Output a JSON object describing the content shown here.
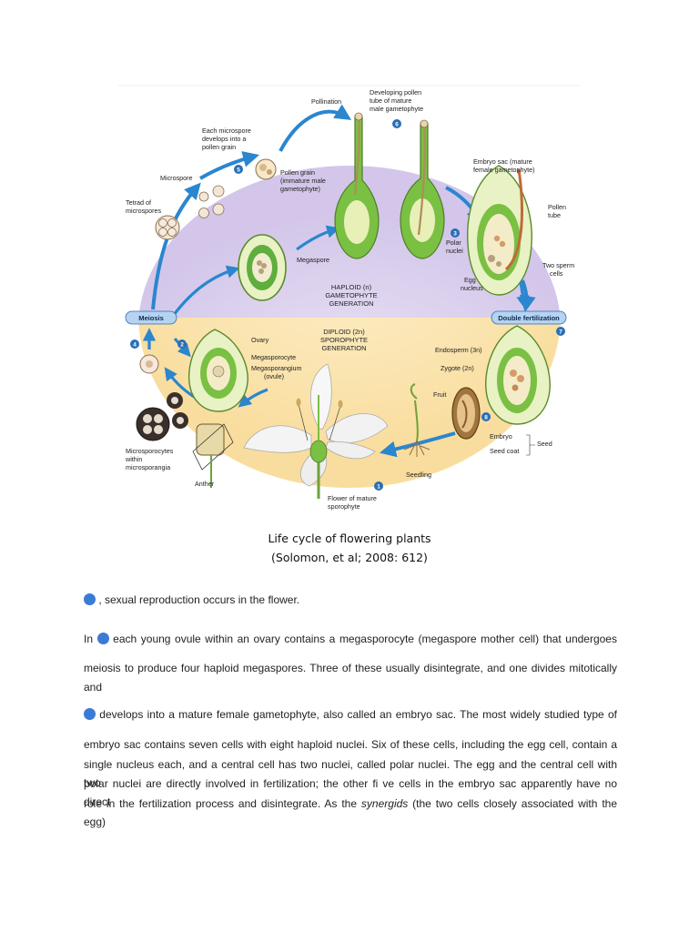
{
  "figure": {
    "labels": {
      "pollination": "Pollination",
      "developing_tube": [
        "Developing pollen",
        "tube of mature",
        "male gametophyte"
      ],
      "each_microspore": [
        "Each microspore",
        "develops into a",
        "pollen grain"
      ],
      "microspore": "Microspore",
      "pollen_grain": [
        "Pollen grain",
        "(immature male",
        "gametophyte)"
      ],
      "tetrad": [
        "Tetrad of",
        "microspores"
      ],
      "megaspore": "Megaspore",
      "embryo_sac": [
        "Embryo sac (mature",
        "female gametophyte)"
      ],
      "pollen_tube": [
        "Pollen",
        "tube"
      ],
      "polar_nuclei": [
        "Polar",
        "nuclei"
      ],
      "two_sperm": [
        "Two sperm",
        "cells"
      ],
      "egg_nucleus": [
        "Egg",
        "nucleus"
      ],
      "haploid": [
        "HAPLOID (n)",
        "GAMETOPHYTE",
        "GENERATION"
      ],
      "meiosis": "Meiosis",
      "double_fertilization": "Double fertilization",
      "diploid": [
        "DIPLOID (2n)",
        "SPOROPHYTE",
        "GENERATION"
      ],
      "ovary": "Ovary",
      "megasporocyte": "Megasporocyte",
      "megasporangium": [
        "Megasporangium",
        "(ovule)"
      ],
      "endosperm": "Endosperm (3n)",
      "zygote": "Zygote (2n)",
      "fruit": "Fruit",
      "embryo": "Embryo",
      "seed": "Seed",
      "seed_coat": "Seed coat",
      "microsporocytes": [
        "Microsporocytes",
        "within",
        "microsporangia"
      ],
      "anther": "Anther",
      "seedling": "Seedling",
      "flower": [
        "Flower of mature",
        "sporophyte"
      ]
    },
    "steps": [
      "1",
      "2",
      "3",
      "4",
      "5",
      "6",
      "7",
      "8"
    ],
    "colors": {
      "haploid_bg": "#ddd3ee",
      "diploid_bg": "#fbe6b3",
      "arrow": "#2a86cf",
      "pill": "#b6d3f0",
      "step": "#2a6fb5"
    }
  },
  "caption": {
    "line1": "Life cycle of flowering plants",
    "line2": "(Solomon, et al; 2008: 612)"
  },
  "body": {
    "p1": ", sexual reproduction occurs in the flower.",
    "p2_prefix": "In",
    "p2_rest": "each young ovule within an ovary contains a  megasporocyte (megaspore mother cell) that undergoes",
    "p3_line1": "meiosis to produce four haploid megaspores. Three of these usually disintegrate, and one divides mitotically",
    "p3_line2": "and",
    "p4": "develops into a mature female gametophyte, also called an embryo sac. The most widely studied type of",
    "p5_lines": [
      "embryo sac contains seven cells with eight haploid nuclei. Six of these cells, including the egg cell, contain a",
      "single nucleus each, and a central cell has two nuclei, called polar nuclei. The egg and the central cell with two",
      "polar nuclei are directly involved in fertilization; the other fi ve cells in the embryo sac apparently have no direct"
    ],
    "p5_last_prefix": "role in the fertilization process and disintegrate. As the ",
    "p5_last_italic": "synergids",
    "p5_last_suffix": " (the two cells closely associated with the egg)"
  }
}
